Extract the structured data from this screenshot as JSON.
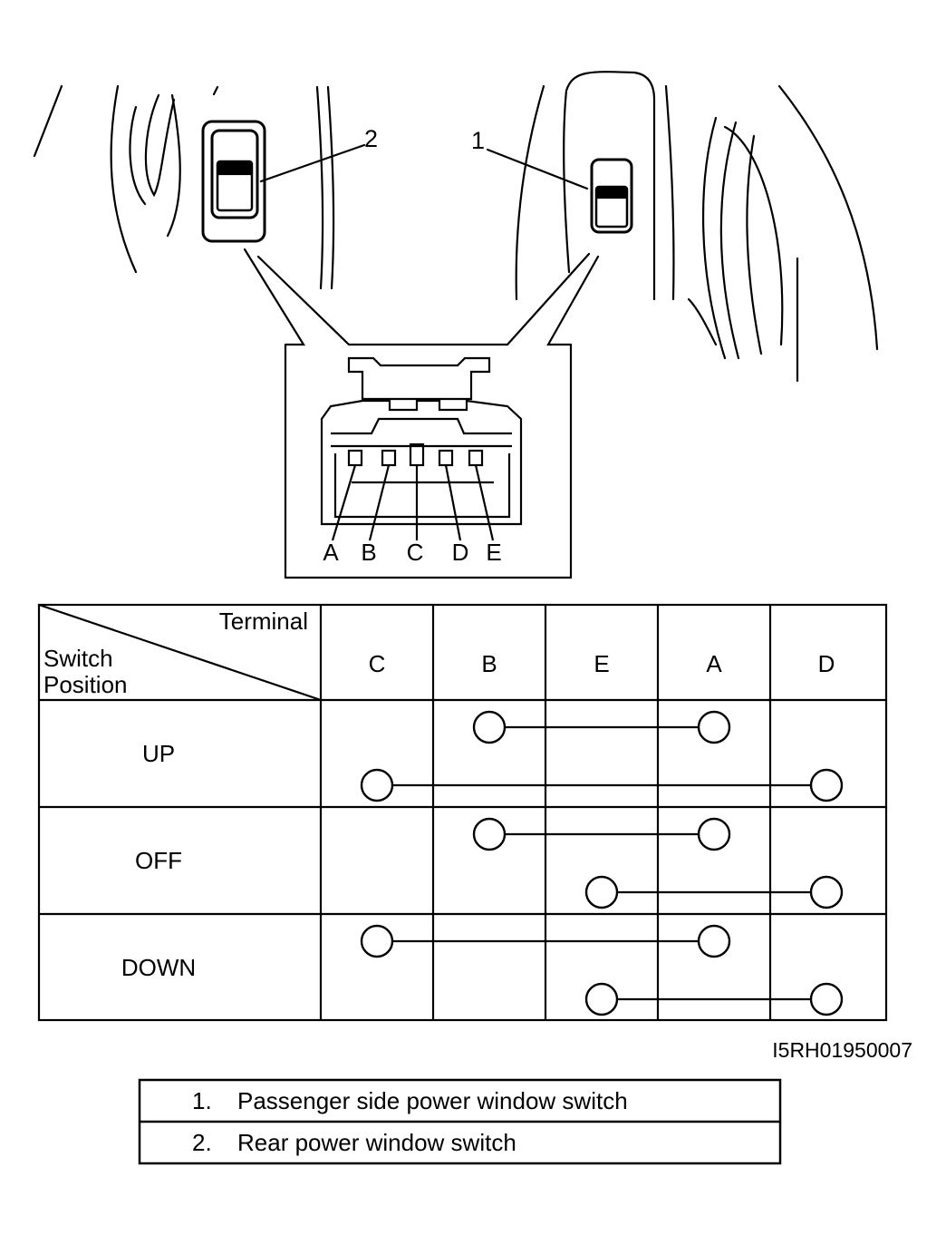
{
  "illustration": {
    "callouts": [
      "2",
      "1"
    ],
    "connector_pins": [
      "A",
      "B",
      "C",
      "D",
      "E"
    ]
  },
  "table": {
    "header_terminal": "Terminal",
    "header_switch_line1": "Switch",
    "header_switch_line2": "Position",
    "columns": [
      "C",
      "B",
      "E",
      "A",
      "D"
    ],
    "rows": [
      {
        "label": "UP",
        "connections": [
          [
            "B",
            "A"
          ],
          [
            "C",
            "D"
          ]
        ]
      },
      {
        "label": "OFF",
        "connections": [
          [
            "B",
            "A"
          ],
          [
            "E",
            "D"
          ]
        ]
      },
      {
        "label": "DOWN",
        "connections": [
          [
            "C",
            "A"
          ],
          [
            "E",
            "D"
          ]
        ]
      }
    ]
  },
  "figure_code": "I5RH01950007",
  "legend": [
    {
      "num": "1.",
      "text": "Passenger side power window switch"
    },
    {
      "num": "2.",
      "text": "Rear power window switch"
    }
  ]
}
